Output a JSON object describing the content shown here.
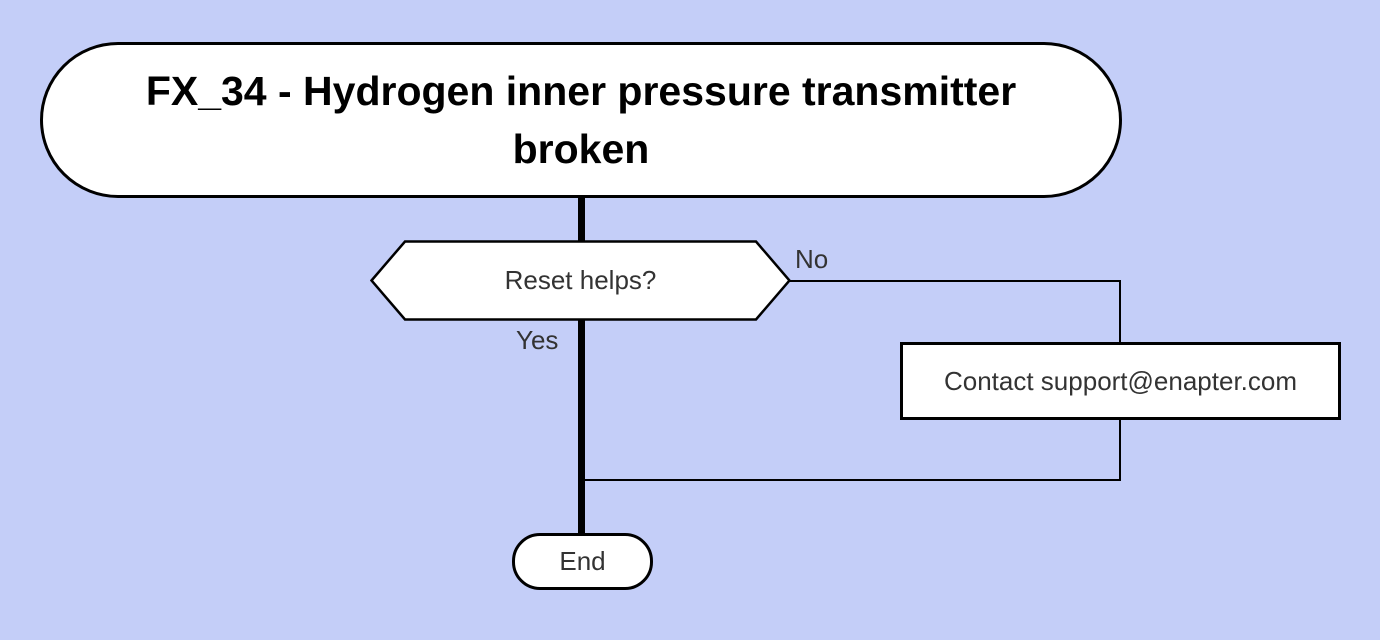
{
  "diagram": {
    "type": "flowchart",
    "background_color": "#c4cef8",
    "colors": {
      "node_fill": "#ffffff",
      "node_border": "#000000",
      "edge_line": "#000000",
      "label_text": "#333333",
      "title_text": "#000000"
    },
    "nodes": {
      "start": {
        "label": "FX_34 - Hydrogen inner pressure transmitter broken",
        "shape": "stadium"
      },
      "decision": {
        "label": "Reset helps?",
        "shape": "hexagon"
      },
      "contact": {
        "label": "Contact support@enapter.com",
        "shape": "rectangle"
      },
      "end": {
        "label": "End",
        "shape": "stadium"
      }
    },
    "edges": {
      "start_to_decision": {
        "from": "start",
        "to": "decision",
        "label": ""
      },
      "yes": {
        "from": "decision",
        "to": "end",
        "label": "Yes"
      },
      "no": {
        "from": "decision",
        "to": "contact",
        "label": "No"
      },
      "no_return": {
        "from": "contact",
        "to": "end",
        "label": ""
      }
    }
  }
}
